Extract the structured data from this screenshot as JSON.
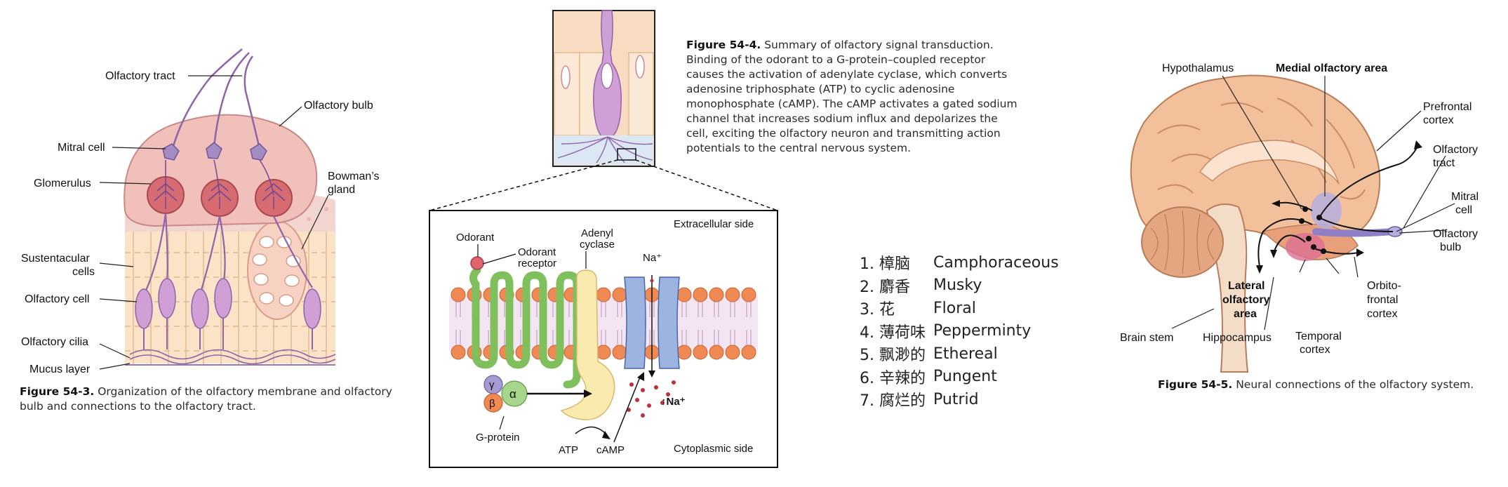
{
  "fig3": {
    "labels": {
      "olfactory_tract": "Olfactory tract",
      "olfactory_bulb": "Olfactory bulb",
      "mitral_cell": "Mitral cell",
      "glomerulus": "Glomerulus",
      "bowmans_gland_1": "Bowman’s",
      "bowmans_gland_2": "gland",
      "sustentacular_1": "Sustentacular",
      "sustentacular_2": "cells",
      "olfactory_cell": "Olfactory cell",
      "olfactory_cilia": "Olfactory cilia",
      "mucus_layer": "Mucus layer"
    },
    "caption_label": "Figure 54-3.",
    "caption_text": " Organization of the olfactory membrane and olfactory bulb and connections to the olfactory tract."
  },
  "fig4": {
    "labels": {
      "odorant": "Odorant",
      "odorant_receptor_1": "Odorant",
      "odorant_receptor_2": "receptor",
      "adenyl_cyclase_1": "Adenyl",
      "adenyl_cyclase_2": "cyclase",
      "extracellular": "Extracellular side",
      "na_top": "Na⁺",
      "gamma": "γ",
      "beta": "β",
      "alpha": "α",
      "na_bottom": "↑Na⁺",
      "g_protein": "G-protein",
      "atp": "ATP",
      "camp": "cAMP",
      "cytoplasmic": "Cytoplasmic side"
    },
    "caption_label": "Figure 54-4.",
    "caption_text": " Summary of olfactory signal transduction. Binding of the odorant to a G-protein–coupled receptor causes the activation of adenylate cyclase, which converts adenosine triphosphate (ATP) to cyclic adenosine monophosphate (cAMP). The cAMP activates a gated sodium channel that increases sodium influx and depolarizes the cell, exciting the olfactory neuron and transmitting action potentials to the central nervous system."
  },
  "odors": [
    {
      "num": "1.",
      "cn": "樟脑",
      "en": "Camphoraceous"
    },
    {
      "num": "2.",
      "cn": "麝香",
      "en": "Musky"
    },
    {
      "num": "3.",
      "cn": "花",
      "en": "Floral"
    },
    {
      "num": "4.",
      "cn": "薄荷味",
      "en": "Pepperminty"
    },
    {
      "num": "5.",
      "cn": "飘渺的",
      "en": "Ethereal"
    },
    {
      "num": "6.",
      "cn": "辛辣的",
      "en": "Pungent"
    },
    {
      "num": "7.",
      "cn": "腐烂的",
      "en": "Putrid"
    }
  ],
  "fig5": {
    "labels": {
      "hypothalamus": "Hypothalamus",
      "medial_area": "Medial olfactory area",
      "prefrontal_1": "Prefrontal",
      "prefrontal_2": "cortex",
      "olf_tract_1": "Olfactory",
      "olf_tract_2": "tract",
      "mitral_1": "Mitral",
      "mitral_2": "cell",
      "olf_bulb_1": "Olfactory",
      "olf_bulb_2": "bulb",
      "brain_stem": "Brain stem",
      "lateral_1": "Lateral",
      "lateral_2": "olfactory",
      "lateral_3": "area",
      "hippocampus": "Hippocampus",
      "orbito_1": "Orbito-",
      "orbito_2": "frontal",
      "orbito_3": "cortex",
      "temporal_1": "Temporal",
      "temporal_2": "cortex"
    },
    "caption_label": "Figure 54-5.",
    "caption_text": " Neural connections of the olfactory system."
  }
}
